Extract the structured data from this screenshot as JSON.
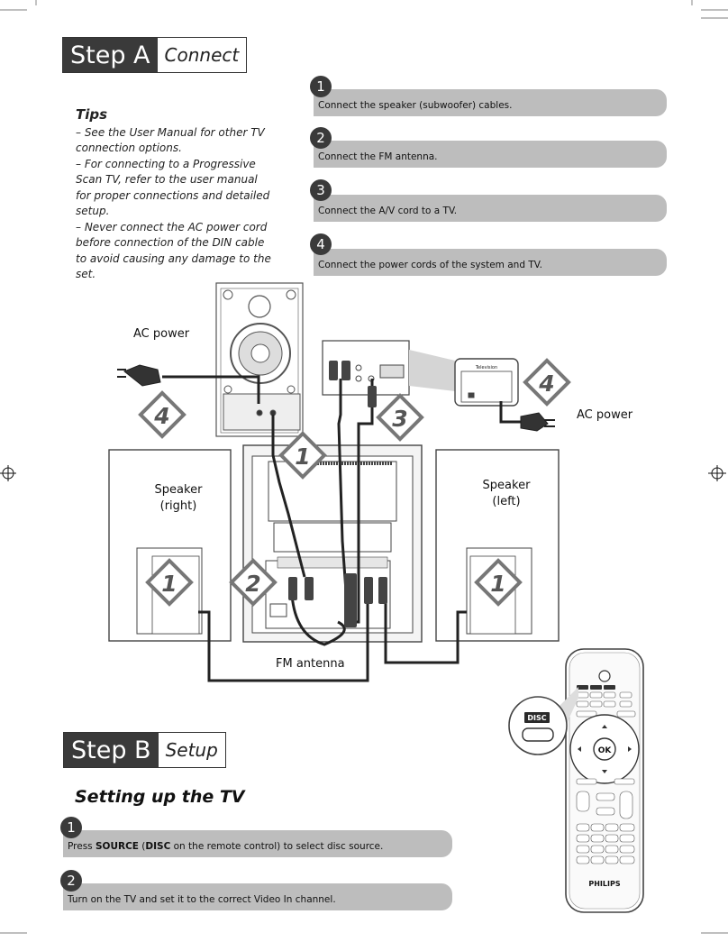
{
  "stepA": {
    "label": "Step A",
    "title": "Connect"
  },
  "tips": {
    "title": "Tips",
    "items": [
      "–  See the User Manual for other TV connection options.",
      "–  For connecting to a Progressive Scan TV, refer to the user manual for proper connections and detailed setup.",
      "–  Never connect the AC power cord before connection of the DIN cable to avoid causing any damage to the set."
    ]
  },
  "connect_steps": [
    {
      "num": "1",
      "text": "Connect the speaker (subwoofer) cables."
    },
    {
      "num": "2",
      "text": "Connect the FM antenna."
    },
    {
      "num": "3",
      "text": "Connect the A/V cord to a TV."
    },
    {
      "num": "4",
      "text": "Connect the power cords of the system and TV."
    }
  ],
  "diagram": {
    "ac_power_left": "AC power",
    "ac_power_right": "AC power",
    "speaker_right": "Speaker\n(right)",
    "speaker_left": "Speaker\n(left)",
    "fm_antenna": "FM antenna",
    "tv_label": "Television",
    "callouts": [
      "4",
      "1",
      "3",
      "4",
      "2",
      "1",
      "1"
    ]
  },
  "remote": {
    "disc_label": "DISC",
    "ok_label": "OK",
    "brand": "PHILIPS"
  },
  "stepB": {
    "label": "Step B",
    "title": "Setup"
  },
  "setup_title": "Setting up the TV",
  "setup_steps": [
    {
      "num": "1",
      "pre": "Press ",
      "b1": "SOURCE",
      "mid": " (",
      "b2": "DISC",
      "post": " on the remote control) to select disc source."
    },
    {
      "num": "2",
      "text": "Turn on the TV and set it to the correct Video In channel."
    }
  ]
}
